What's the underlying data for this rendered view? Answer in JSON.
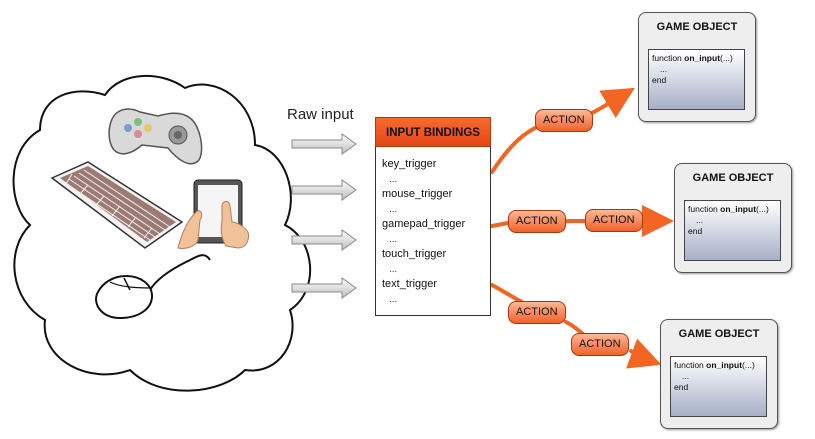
{
  "raw_input_label": "Raw input",
  "bindings": {
    "header": "INPUT BINDINGS",
    "triggers": [
      "key_trigger",
      "mouse_trigger",
      "gamepad_trigger",
      "touch_trigger",
      "text_trigger"
    ],
    "ellipsis": "..."
  },
  "action_label": "ACTION",
  "game_objects": [
    {
      "title": "GAME OBJECT",
      "code_prefix": "function ",
      "code_fn": "on_input",
      "code_args": "(...)",
      "code_dots": "...",
      "code_end": "end"
    },
    {
      "title": "GAME OBJECT",
      "code_prefix": "function ",
      "code_fn": "on_input",
      "code_args": "(...)",
      "code_dots": "...",
      "code_end": "end"
    },
    {
      "title": "GAME OBJECT",
      "code_prefix": "function ",
      "code_fn": "on_input",
      "code_args": "(...)",
      "code_dots": "...",
      "code_end": "end"
    }
  ],
  "colors": {
    "accent": "#f26522",
    "action_fill": "#f7845a",
    "code_gradient_end": "#a7b0c8",
    "panel": "#eeeeee"
  },
  "icons": [
    "thought-cloud-icon",
    "gamepad-icon",
    "keyboard-icon",
    "tablet-touch-icon",
    "mouse-icon",
    "raw-input-arrow-icon"
  ]
}
